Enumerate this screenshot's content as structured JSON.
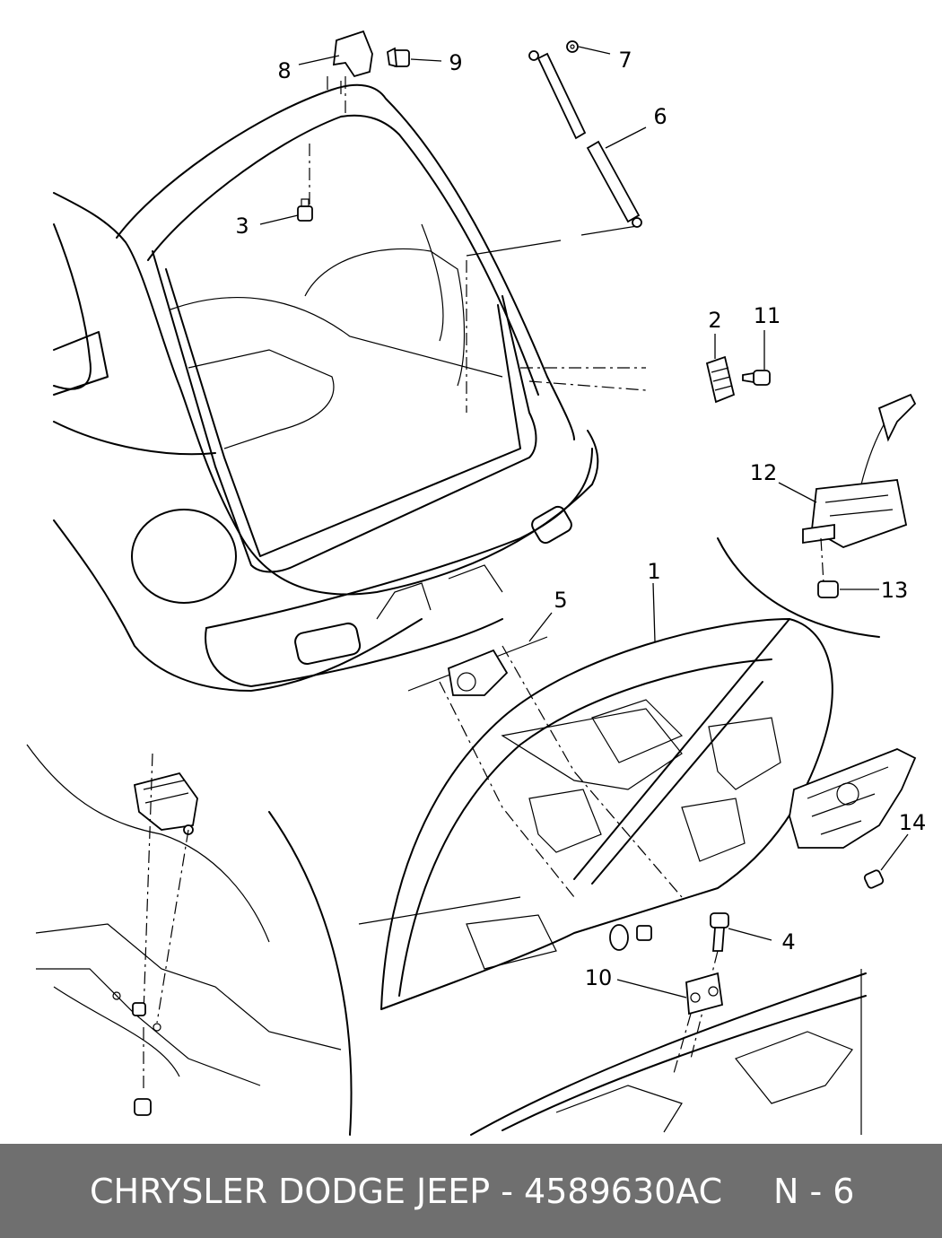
{
  "footer": {
    "title": "CHRYSLER DODGE JEEP - 4589630AC",
    "page": "N - 6"
  },
  "callouts": [
    {
      "id": "c1",
      "label": "1"
    },
    {
      "id": "c2",
      "label": "2"
    },
    {
      "id": "c3",
      "label": "3"
    },
    {
      "id": "c4",
      "label": "4"
    },
    {
      "id": "c5",
      "label": "5"
    },
    {
      "id": "c6",
      "label": "6"
    },
    {
      "id": "c7",
      "label": "7"
    },
    {
      "id": "c8",
      "label": "8"
    },
    {
      "id": "c9",
      "label": "9"
    },
    {
      "id": "c10",
      "label": "10"
    },
    {
      "id": "c11",
      "label": "11"
    },
    {
      "id": "c12",
      "label": "12"
    },
    {
      "id": "c13",
      "label": "13"
    },
    {
      "id": "c14",
      "label": "14"
    }
  ]
}
